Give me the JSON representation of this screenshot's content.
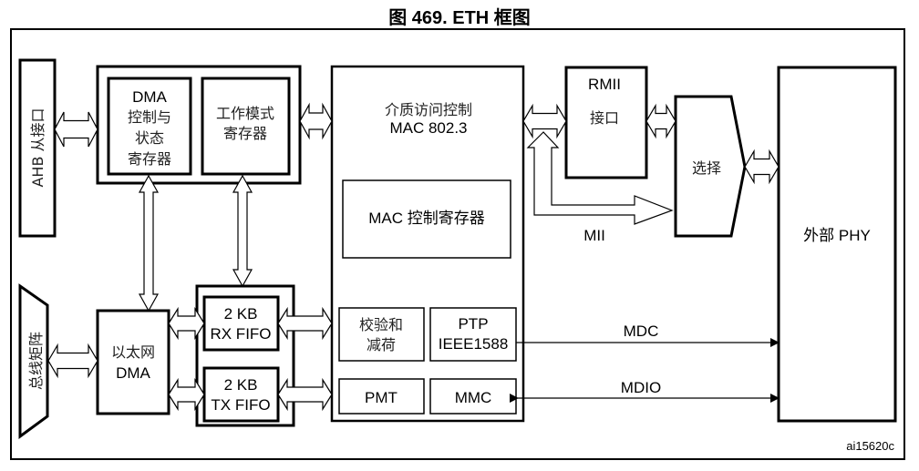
{
  "title": "图 469. ETH 框图",
  "figure_id": "ai15620c",
  "blocks": {
    "ahb_slave": "AHB 从接口",
    "bus_matrix": "总线矩阵",
    "dma_ctrl": [
      "DMA",
      "控制与",
      "状态",
      "寄存器"
    ],
    "op_mode": [
      "工作模式",
      "寄存器"
    ],
    "eth_dma": [
      "以太网",
      "DMA"
    ],
    "rx_fifo": [
      "2 KB",
      "RX FIFO"
    ],
    "tx_fifo": [
      "2 KB",
      "TX FIFO"
    ],
    "mac": [
      "介质访问控制",
      "MAC 802.3"
    ],
    "mac_ctrl_reg": "MAC 控制寄存器",
    "checksum": [
      "校验和",
      "减荷"
    ],
    "ptp": [
      "PTP",
      "IEEE1588"
    ],
    "pmt": "PMT",
    "mmc": "MMC",
    "rmii": [
      "RMII",
      "接口"
    ],
    "select": "选择",
    "ext_phy": "外部 PHY"
  },
  "signals": {
    "mii": "MII",
    "mdc": "MDC",
    "mdio": "MDIO"
  }
}
